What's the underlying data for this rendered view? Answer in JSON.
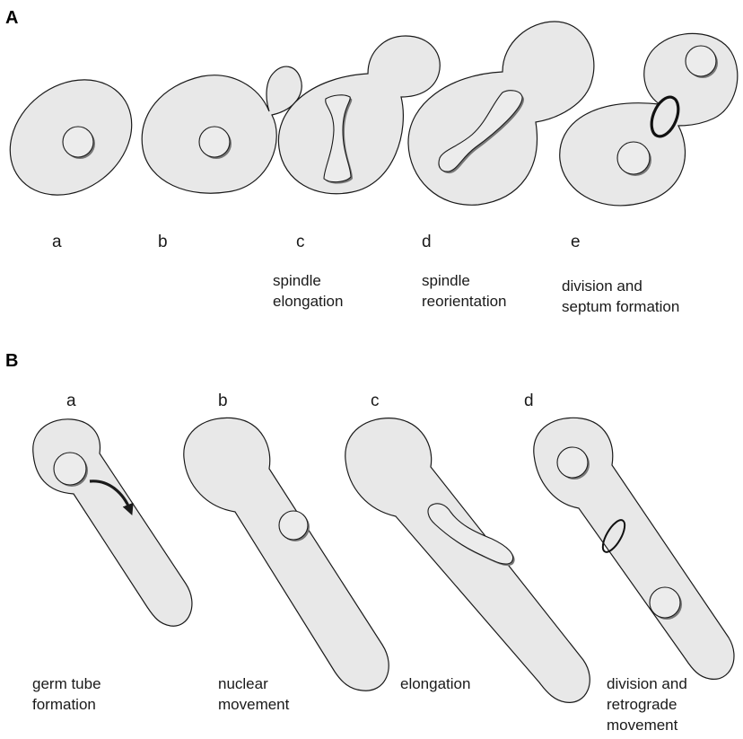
{
  "panel_a": {
    "label": "A",
    "stages": [
      {
        "letter": "a",
        "caption": []
      },
      {
        "letter": "b",
        "caption": []
      },
      {
        "letter": "c",
        "caption": [
          "spindle",
          "elongation"
        ]
      },
      {
        "letter": "d",
        "caption": [
          "spindle",
          "reorientation"
        ]
      },
      {
        "letter": "e",
        "caption": [
          "division and",
          "septum formation"
        ]
      }
    ]
  },
  "panel_b": {
    "label": "B",
    "stages": [
      {
        "letter": "a",
        "caption": [
          "germ tube",
          "formation"
        ]
      },
      {
        "letter": "b",
        "caption": [
          "nuclear",
          "movement"
        ]
      },
      {
        "letter": "c",
        "caption": [
          "elongation"
        ]
      },
      {
        "letter": "d",
        "caption": [
          "division and",
          "retrograde",
          "movement"
        ]
      }
    ]
  },
  "colors": {
    "cell_fill": "#e8e8e8",
    "outline": "#1a1a1a",
    "shadow": "#777777"
  }
}
